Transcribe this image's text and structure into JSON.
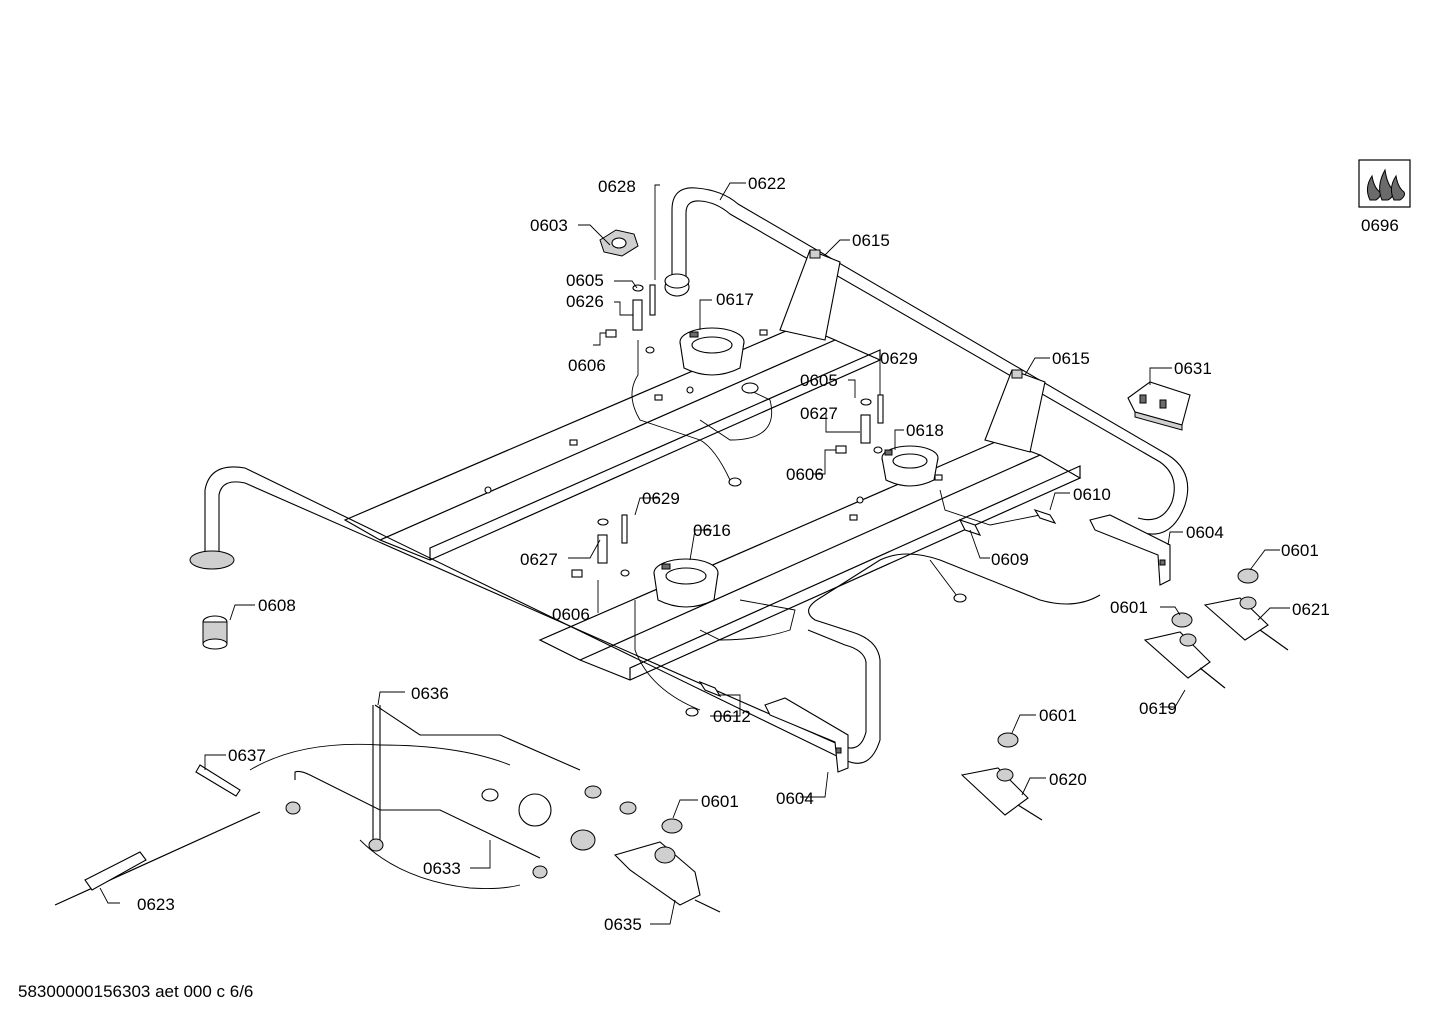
{
  "footer": {
    "doc_code": "58300000156303 aet 000 c 6/6"
  },
  "parts": {
    "p0601a": "0601",
    "p0601b": "0601",
    "p0601c": "0601",
    "p0601d": "0601",
    "p0603": "0603",
    "p0604a": "0604",
    "p0604b": "0604",
    "p0605a": "0605",
    "p0605b": "0605",
    "p0606a": "0606",
    "p0606b": "0606",
    "p0606c": "0606",
    "p0608": "0608",
    "p0609": "0609",
    "p0610": "0610",
    "p0612": "0612",
    "p0615a": "0615",
    "p0615b": "0615",
    "p0616": "0616",
    "p0617": "0617",
    "p0618": "0618",
    "p0619": "0619",
    "p0620": "0620",
    "p0621": "0621",
    "p0622": "0622",
    "p0623": "0623",
    "p0626": "0626",
    "p0627a": "0627",
    "p0627b": "0627",
    "p0628": "0628",
    "p0629a": "0629",
    "p0629b": "0629",
    "p0631": "0631",
    "p0633": "0633",
    "p0635": "0635",
    "p0636": "0636",
    "p0637": "0637",
    "p0696": "0696"
  }
}
